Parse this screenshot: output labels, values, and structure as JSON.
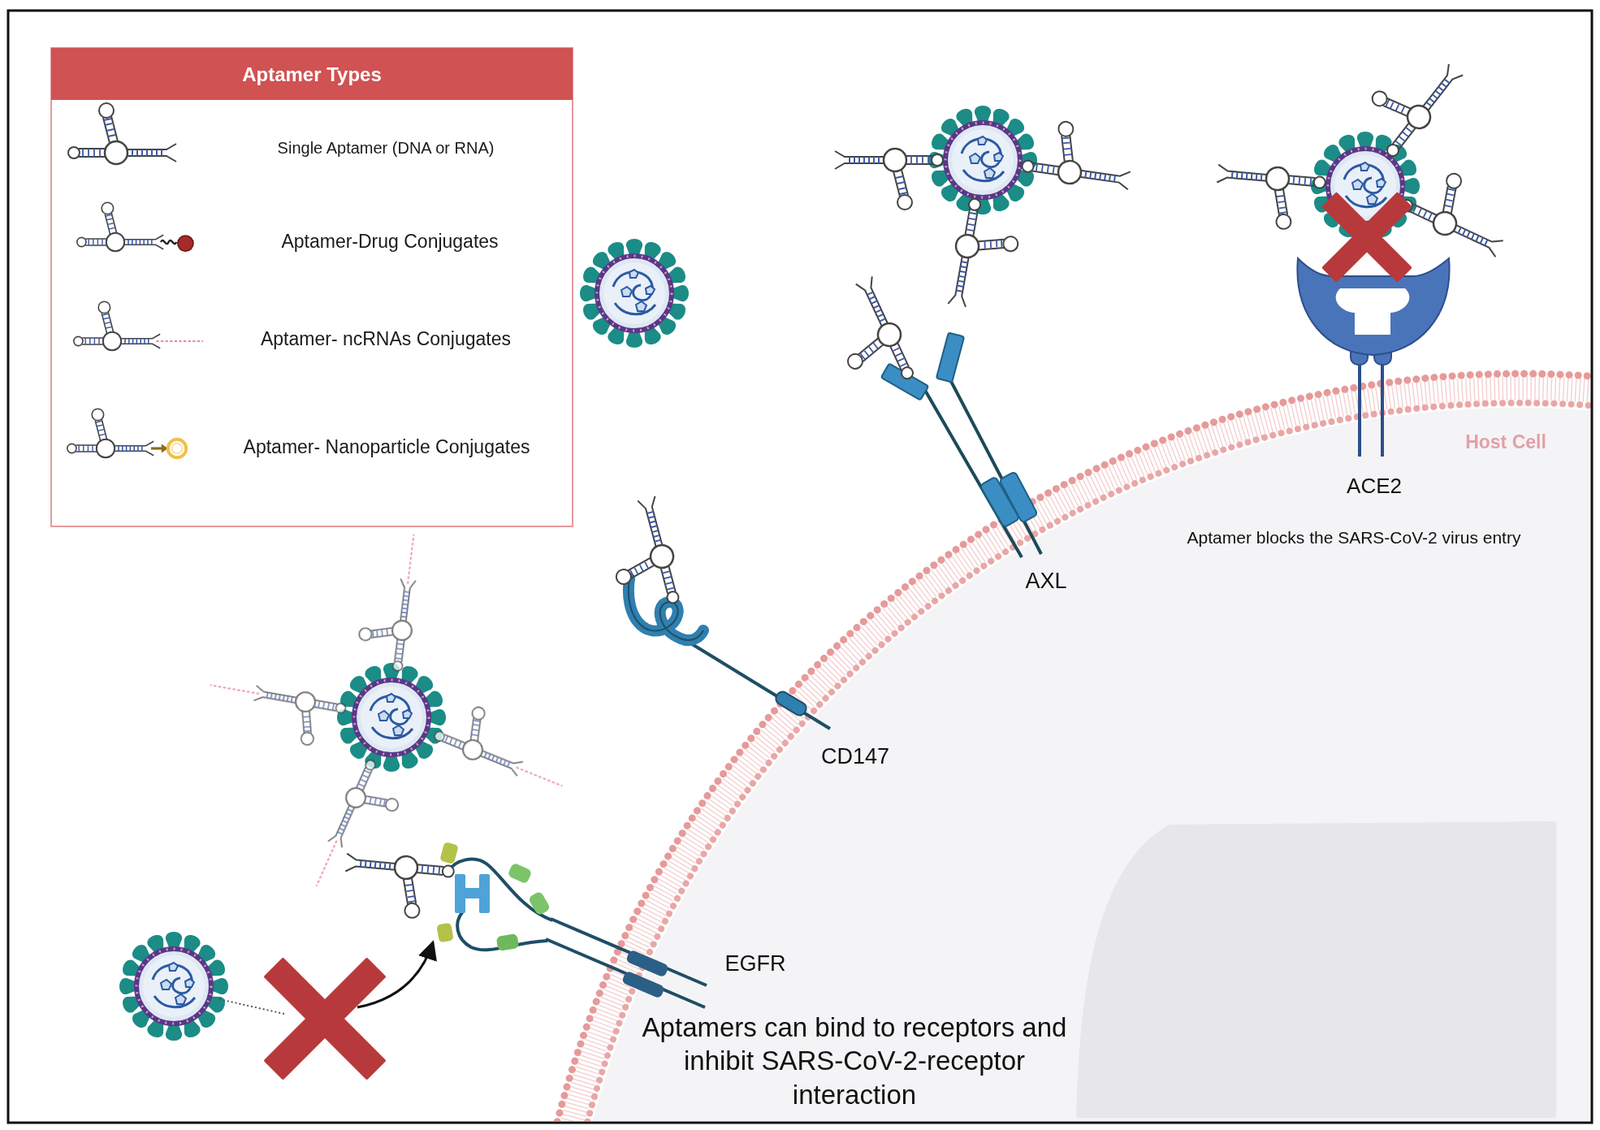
{
  "diagram": {
    "labels": [
      "Aptamer Types",
      "Host Cell",
      "ACE2",
      "Aptamer blocks the SARS-CoV-2 virus entry",
      "AXL",
      "CD147",
      "EGFR",
      "Aptamers can bind to receptors and inhibit SARS-CoV-2-receptor interaction"
    ],
    "legend": [
      {
        "text": "Single Aptamer (DNA or RNA)"
      },
      {
        "text": "Aptamer-Drug Conjugates"
      },
      {
        "text": "Aptamer- ncRNAs Conjugates"
      },
      {
        "text": "Aptamer- Nanoparticle Conjugates"
      }
    ]
  }
}
